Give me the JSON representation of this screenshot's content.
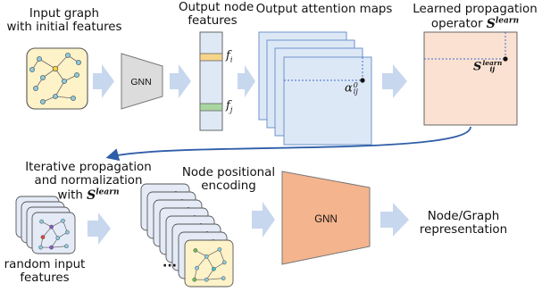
{
  "labels": {
    "input_graph": [
      "Input graph",
      "with initial features"
    ],
    "output_node_features": [
      "Output node",
      "features"
    ],
    "output_attention_maps": "Output attention maps",
    "learned_operator_prefix": [
      "Learned propagation",
      "operator "
    ],
    "iterative": [
      "Iterative propagation",
      "and normalization",
      "with "
    ],
    "node_positional": [
      "Node positional",
      "encoding"
    ],
    "random_input": [
      "random input",
      "features"
    ],
    "node_graph_repr": [
      "Node/Graph",
      "representation"
    ]
  },
  "math": {
    "S": "S",
    "learn": "learn",
    "f_i_base": "f",
    "f_i_sub": "i",
    "f_j_base": "f",
    "f_j_sub": "j",
    "alpha_base": "α",
    "alpha_sup": "0",
    "alpha_sub": "ij",
    "s_ij_base": "S",
    "s_ij_sub": "ij"
  },
  "blocks": {
    "gnn_small": "GNN",
    "gnn_large": "GNN",
    "ellipsis": "···"
  },
  "colors": {
    "graph_card_fill": "#fdf2c8",
    "node_fill": "#8ccbe0",
    "highlight_node": "#f5d33a",
    "attention_map_fill": "#dde8f7",
    "attention_map_stroke": "#6f93c8",
    "operator_fill": "#fbe1d2",
    "gnn_small_fill": "#dcdcdc",
    "gnn_large_fill": "#f4b48e",
    "feature_yellow": "#f6d58a",
    "feature_green": "#a9d6a0",
    "feature_col_fill": "#dfe9f6",
    "arrow_blue": "#c7d7ee",
    "dash_blue": "#3c6fc8",
    "curve_blue": "#2f5ea8",
    "random_card_fill": "#e4ebf7"
  }
}
